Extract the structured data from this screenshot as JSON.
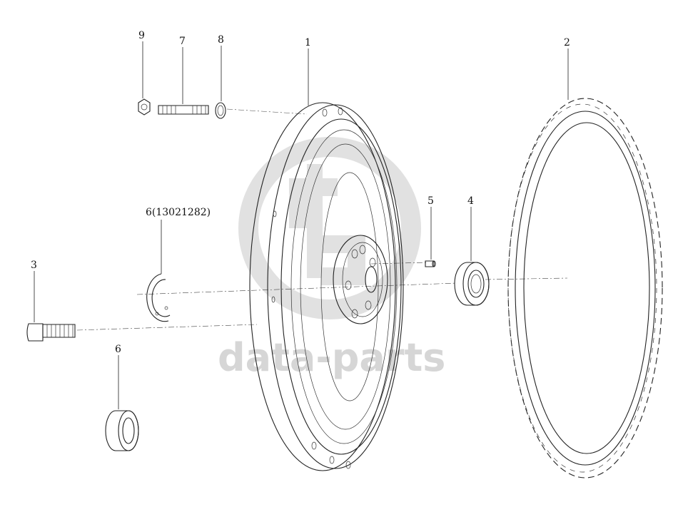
{
  "diagram": {
    "callouts": {
      "part_1": "1",
      "part_2": "2",
      "part_3": "3",
      "part_4": "4",
      "part_5": "5",
      "part_6_ring": "6(13021282)",
      "part_6_bearing": "6",
      "part_7": "7",
      "part_8": "8",
      "part_9": "9"
    },
    "watermark": {
      "text": "data-parts",
      "color": "#d6d6d6"
    },
    "colors": {
      "line": "#222222",
      "tooth_shade": "#bbbbbb"
    }
  }
}
